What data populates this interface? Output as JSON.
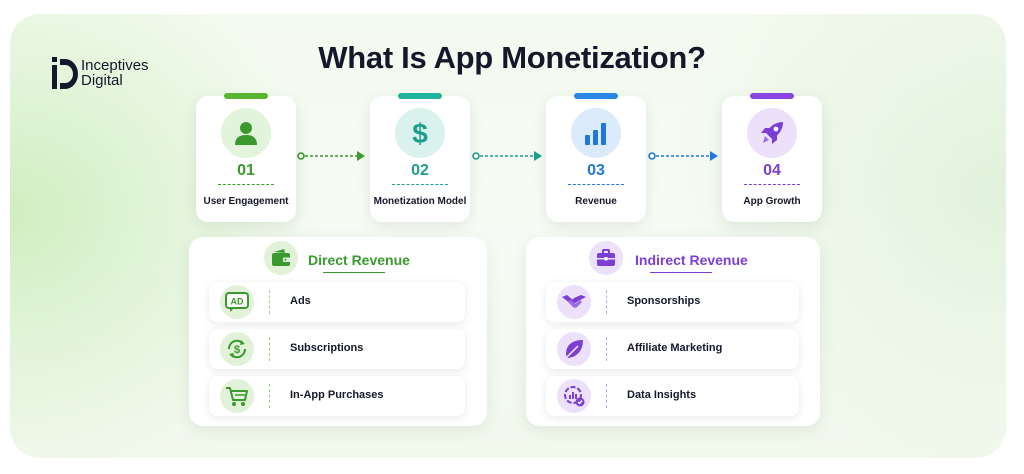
{
  "logo": {
    "line1": "Inceptives",
    "line2": "Digital"
  },
  "title": "What Is App Monetization?",
  "steps": [
    {
      "number": "01",
      "label": "User Engagement",
      "icon": "user-icon",
      "color": "#3a9a2e"
    },
    {
      "number": "02",
      "label": "Monetization Model",
      "icon": "dollar-icon",
      "color": "#1e9c8c"
    },
    {
      "number": "03",
      "label": "Revenue",
      "icon": "bar-chart-icon",
      "color": "#2277d9"
    },
    {
      "number": "04",
      "label": "App Growth",
      "icon": "rocket-icon",
      "color": "#7b3fd6"
    }
  ],
  "direct": {
    "title": "Direct Revenue",
    "color": "#3a9a2e",
    "items": [
      {
        "label": "Ads",
        "icon": "ad-icon"
      },
      {
        "label": "Subscriptions",
        "icon": "subscription-cycle-icon"
      },
      {
        "label": "In-App Purchases",
        "icon": "cart-icon"
      }
    ]
  },
  "indirect": {
    "title": "Indirect Revenue",
    "color": "#7b3fd6",
    "items": [
      {
        "label": "Sponsorships",
        "icon": "handshake-icon"
      },
      {
        "label": "Affiliate Marketing",
        "icon": "leaf-icon"
      },
      {
        "label": "Data Insights",
        "icon": "analytics-icon"
      }
    ]
  }
}
